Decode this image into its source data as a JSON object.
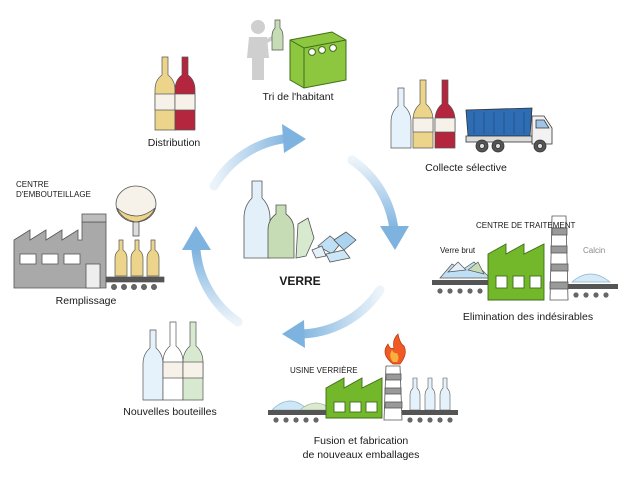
{
  "center": {
    "title": "VERRE"
  },
  "stages": {
    "tri": {
      "label": "Tri de l'habitant"
    },
    "collecte": {
      "label": "Collecte sélective"
    },
    "traitement": {
      "heading": "CENTRE DE TRAITEMENT",
      "input": "Verre brut",
      "output": "Calcin",
      "label": "Elimination des indésirables"
    },
    "verrerie": {
      "heading": "USINE VERRIÈRE",
      "label_line1": "Fusion et fabrication",
      "label_line2": "de nouveaux emballages"
    },
    "nouvelles": {
      "label": "Nouvelles bouteilles"
    },
    "embouteillage": {
      "heading_line1": "CENTRE",
      "heading_line2": "D'EMBOUTEILLAGE",
      "label": "Remplissage"
    },
    "distribution": {
      "label": "Distribution"
    }
  },
  "colors": {
    "cycle_arrow": "#7fb3df",
    "factory_green": "#73b72b",
    "factory_gray": "#a9a9a9",
    "bin_green": "#8dc63f",
    "truck_blue": "#2e6db4",
    "bottle_clear": "#e6f2fb",
    "bottle_green": "#c6dcb4",
    "label_white": "#f6f2ea",
    "wine_red": "#b3263e",
    "wine_gold": "#ecd48a"
  }
}
